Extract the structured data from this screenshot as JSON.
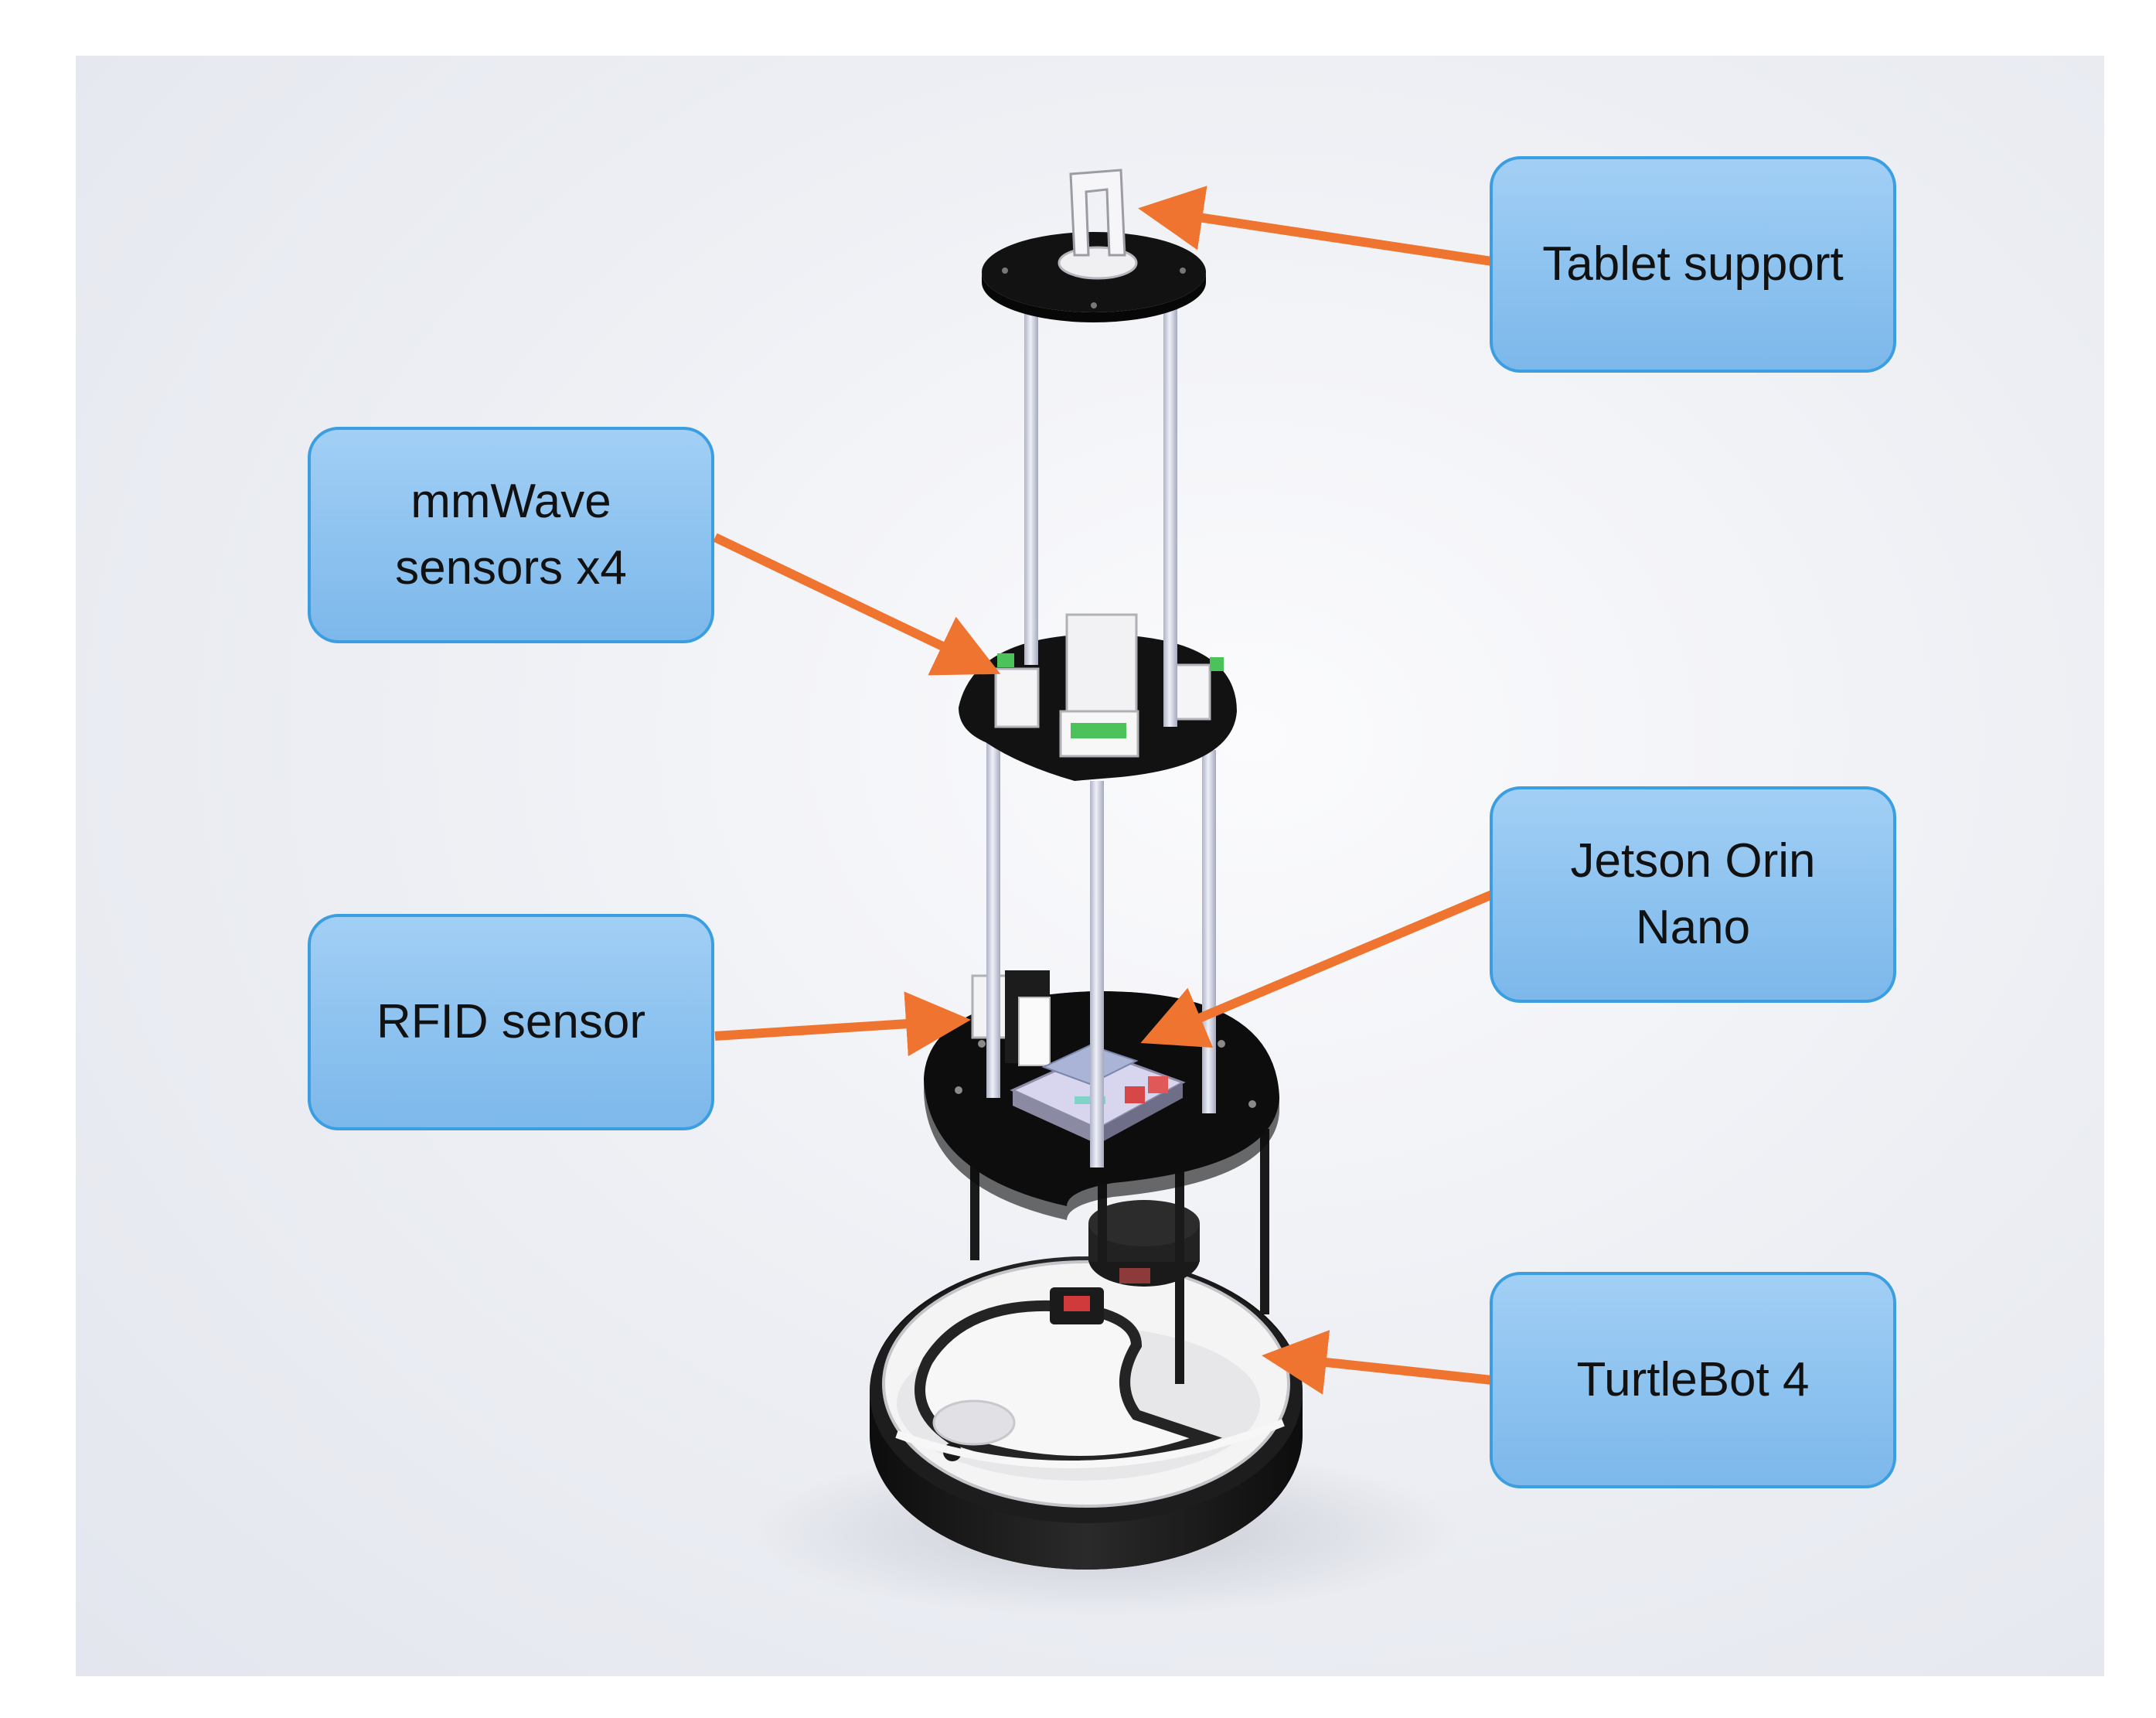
{
  "labels": {
    "tablet_support": "Tablet support",
    "mmwave": "mmWave\nsensors x4",
    "jetson": "Jetson Orin\nNano",
    "rfid": "RFID sensor",
    "turtlebot": "TurtleBot 4"
  },
  "colors": {
    "callout_fill": "#8cc2ef",
    "callout_border": "#3b9ee0",
    "arrow": "#ee7430",
    "platform": "#141414",
    "pole": "#d4d7e6"
  }
}
